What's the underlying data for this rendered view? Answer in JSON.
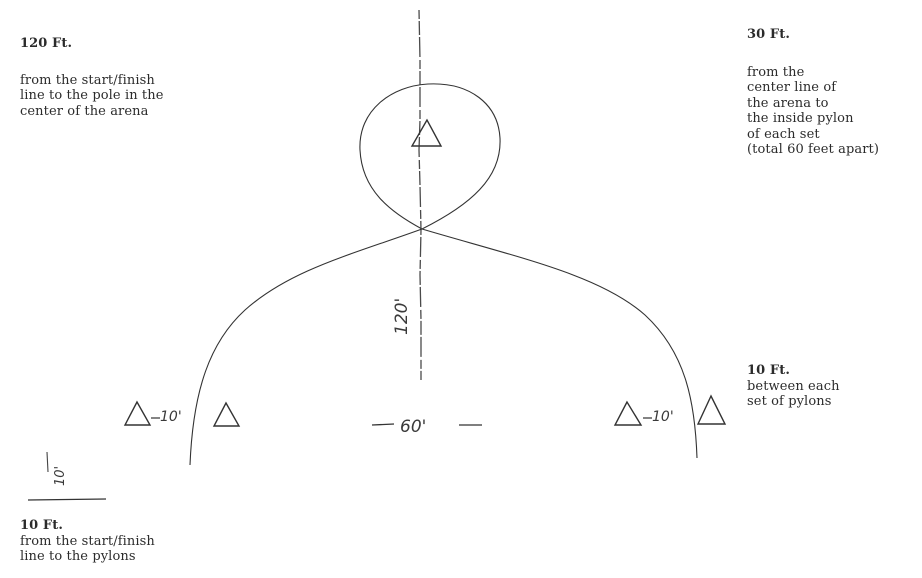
{
  "notes": {
    "pole_distance": {
      "heading": "120 Ft.",
      "text": "from the start/finish\nline to the pole in the\ncenter of the arena"
    },
    "centerline_distance": {
      "heading": "30 Ft.",
      "text": "from the\ncenter line of\nthe arena to\nthe inside pylon\nof each set\n(total 60 feet apart)"
    },
    "pylon_spacing": {
      "heading": "10 Ft.",
      "text": "between each\nset of pylons"
    },
    "start_to_pylons": {
      "heading": "10 Ft.",
      "text": "from the start/finish\nline to the pylons"
    }
  },
  "handwritten": {
    "pole_length": "120'",
    "center_gap": "60'",
    "left_pylon_gap": "10'",
    "right_pylon_gap": "10'",
    "start_gap": "10'"
  }
}
